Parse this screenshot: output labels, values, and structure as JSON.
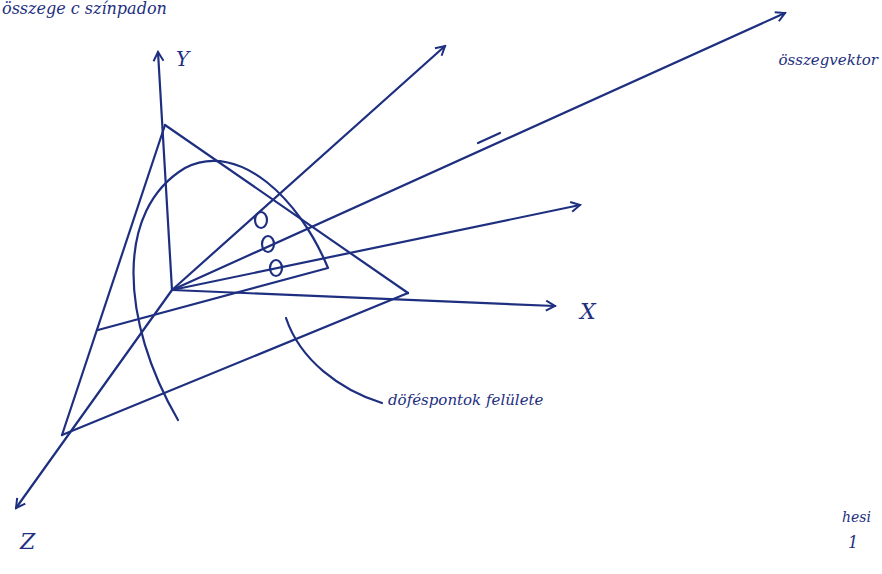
{
  "diagram": {
    "labels": [
      "összege c színpadon",
      "Y",
      "X",
      "Z",
      "összegvektor",
      "döféspontok felülete",
      "hesi",
      "1"
    ]
  }
}
